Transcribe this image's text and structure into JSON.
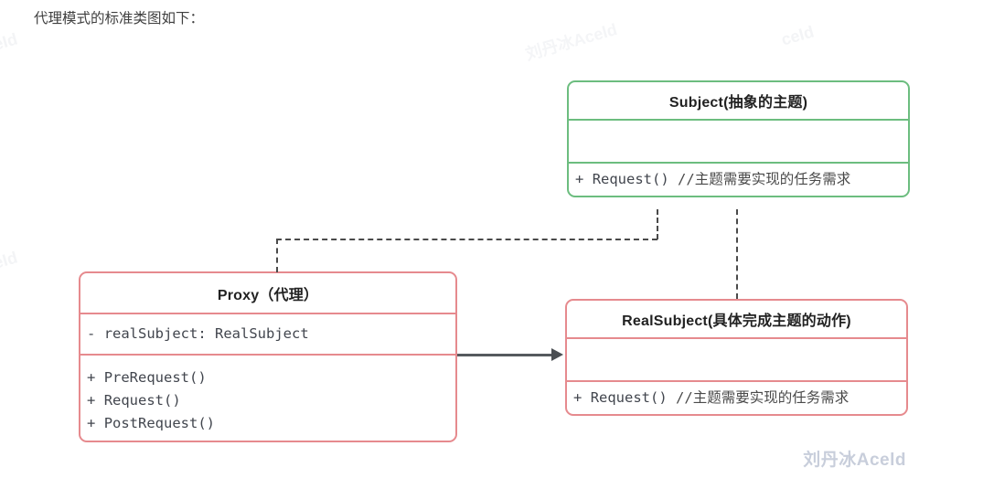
{
  "caption": "代理模式的标准类图如下：",
  "colors": {
    "subject_border": "#6cbd7f",
    "proxy_border": "#e68a8e",
    "realsubject_border": "#e68a8e",
    "connector": "#4a4a4a",
    "association": "#555a5e",
    "watermark": "#c8cedb"
  },
  "diagram": {
    "type": "uml-class-diagram",
    "classes": [
      {
        "id": "subject",
        "title": "Subject(抽象的主题)",
        "attributes": [],
        "methods": [
          {
            "visibility": "+",
            "signature": "Request()",
            "comment": "//主题需要实现的任务需求"
          }
        ]
      },
      {
        "id": "proxy",
        "title": "Proxy（代理）",
        "attributes": [
          {
            "visibility": "-",
            "signature": "realSubject: RealSubject",
            "comment": ""
          }
        ],
        "methods": [
          {
            "visibility": "+",
            "signature": "PreRequest()",
            "comment": ""
          },
          {
            "visibility": "+",
            "signature": "Request()",
            "comment": ""
          },
          {
            "visibility": "+",
            "signature": "PostRequest()",
            "comment": ""
          }
        ]
      },
      {
        "id": "realsubject",
        "title": "RealSubject(具体完成主题的动作)",
        "attributes": [],
        "methods": [
          {
            "visibility": "+",
            "signature": "Request()",
            "comment": "//主题需要实现的任务需求"
          }
        ]
      }
    ],
    "relationships": [
      {
        "id": "proxy-implements-subject",
        "from": "proxy",
        "to": "subject",
        "kind": "realization",
        "line": "dashed",
        "arrowhead": "hollow-triangle"
      },
      {
        "id": "realsubject-implements-subject",
        "from": "realsubject",
        "to": "subject",
        "kind": "realization",
        "line": "dashed",
        "arrowhead": "hollow-triangle"
      },
      {
        "id": "proxy-uses-realsubject",
        "from": "proxy",
        "to": "realsubject",
        "kind": "association",
        "line": "solid",
        "arrowhead": "solid-triangle"
      }
    ]
  },
  "watermarks": {
    "main": "刘丹冰Aceld",
    "faint_top": "刘丹冰Aceld",
    "faint_top_right": "ceId",
    "faint_left_upper": "ceId",
    "faint_left_lower": "ceId"
  }
}
